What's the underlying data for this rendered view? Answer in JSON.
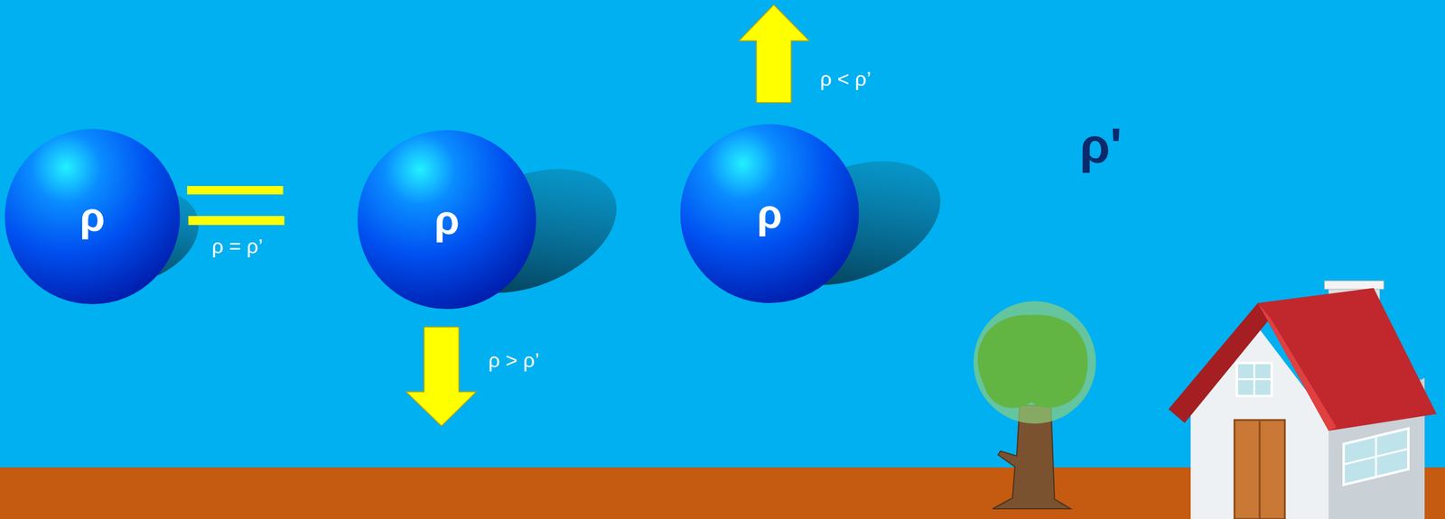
{
  "diagram": {
    "nodes": [
      {
        "text": [
          "ρ"
        ]
      },
      {
        "text": [
          "ρ"
        ]
      },
      {
        "text": [
          "ρ"
        ]
      }
    ],
    "labels": [
      "ρ = ρ’",
      "ρ > ρ’",
      "ρ < ρ’",
      "ρ'"
    ]
  }
}
